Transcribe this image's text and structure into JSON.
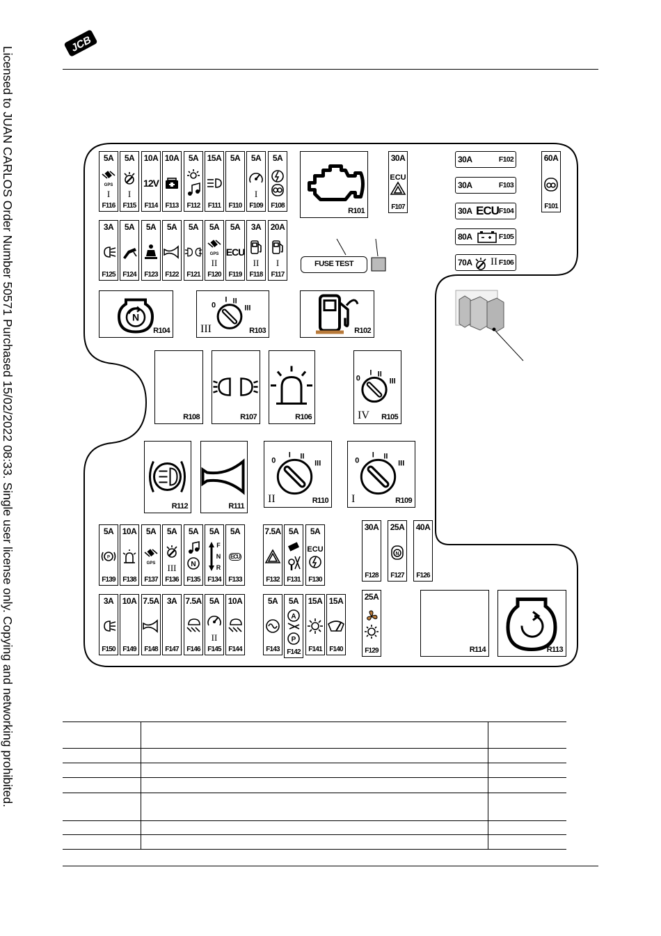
{
  "license_text": "Licensed to JUAN CARLOS  Order Number 50571  Purchased 15/02/2022 08:33. Single user license only.  Copying and networking prohibited.",
  "logo_text": "JCB",
  "fuse_test_label": "FUSE TEST",
  "fuses": [
    {
      "id": "F116",
      "amp": "5A",
      "icon": "gps-satellite-icon",
      "roman": "I"
    },
    {
      "id": "F115",
      "amp": "5A",
      "icon": "ignition-key-icon",
      "roman": "I"
    },
    {
      "id": "F114",
      "amp": "10A",
      "icon": "12v-socket-icon",
      "text": "12V"
    },
    {
      "id": "F113",
      "amp": "10A",
      "icon": "radio-icon"
    },
    {
      "id": "F112",
      "amp": "5A",
      "icon": "interior-light-music-icon"
    },
    {
      "id": "F111",
      "amp": "15A",
      "icon": "headlight-icon"
    },
    {
      "id": "F110",
      "amp": "5A",
      "icon": ""
    },
    {
      "id": "F109",
      "amp": "5A",
      "icon": "gauge-icon",
      "roman": "I"
    },
    {
      "id": "F108",
      "amp": "5A",
      "icon": "engine-speed-icon"
    },
    {
      "id": "F125",
      "amp": "3A",
      "icon": "side-light-icon"
    },
    {
      "id": "F124",
      "amp": "5A",
      "icon": "boom-icon"
    },
    {
      "id": "F123",
      "amp": "5A",
      "icon": "seat-icon"
    },
    {
      "id": "F122",
      "amp": "5A",
      "icon": "horn-icon"
    },
    {
      "id": "F121",
      "amp": "5A",
      "icon": "side-lights-icon"
    },
    {
      "id": "F120",
      "amp": "5A",
      "icon": "gps-satellite-icon",
      "roman": "II"
    },
    {
      "id": "F119",
      "amp": "5A",
      "icon": "ecu-icon",
      "text": "ECU"
    },
    {
      "id": "F118",
      "amp": "3A",
      "icon": "fuel-pump-icon",
      "roman": "II"
    },
    {
      "id": "F117",
      "amp": "20A",
      "icon": "fuel-pump-icon",
      "roman": "I"
    },
    {
      "id": "F107",
      "amp": "30A",
      "icon": "ecu-warning-icon",
      "text": "ECU"
    },
    {
      "id": "F101",
      "amp": "60A",
      "icon": "glow-plug-icon"
    },
    {
      "id": "F139",
      "amp": "5A",
      "icon": "brake-icon"
    },
    {
      "id": "F138",
      "amp": "10A",
      "icon": "beacon-icon"
    },
    {
      "id": "F137",
      "amp": "5A",
      "icon": "gps-satellite-icon"
    },
    {
      "id": "F136",
      "amp": "5A",
      "icon": "ignition-key-icon",
      "roman": "III"
    },
    {
      "id": "F135",
      "amp": "5A",
      "icon": "music-neutral-icon"
    },
    {
      "id": "F134",
      "amp": "5A",
      "icon": "fnr-icon"
    },
    {
      "id": "F133",
      "amp": "5A",
      "icon": "ecu-small-icon",
      "text": "ECU"
    },
    {
      "id": "F132",
      "amp": "7.5A",
      "icon": "hazard-icon"
    },
    {
      "id": "F131",
      "amp": "5A",
      "icon": "tools-icon"
    },
    {
      "id": "F130",
      "amp": "5A",
      "icon": "ecu-speed-icon",
      "text": "ECU"
    },
    {
      "id": "F128",
      "amp": "30A",
      "icon": ""
    },
    {
      "id": "F127",
      "amp": "25A",
      "icon": "neutral-icon"
    },
    {
      "id": "F126",
      "amp": "40A",
      "icon": ""
    },
    {
      "id": "F150",
      "amp": "3A",
      "icon": "side-light-icon"
    },
    {
      "id": "F149",
      "amp": "10A",
      "icon": ""
    },
    {
      "id": "F148",
      "amp": "7.5A",
      "icon": "horn-icon"
    },
    {
      "id": "F147",
      "amp": "3A",
      "icon": ""
    },
    {
      "id": "F146",
      "amp": "7.5A",
      "icon": "work-light-icon"
    },
    {
      "id": "F145",
      "amp": "5A",
      "icon": "gauge-icon",
      "roman": "II"
    },
    {
      "id": "F144",
      "amp": "10A",
      "icon": "work-light-icon"
    },
    {
      "id": "F143",
      "amp": "5A",
      "icon": "alternator-icon"
    },
    {
      "id": "F142",
      "amp": "5A",
      "icon": "auto-park-icon"
    },
    {
      "id": "F141",
      "amp": "15A",
      "icon": "interior-light-icon"
    },
    {
      "id": "F140",
      "amp": "15A",
      "icon": "wiper-icon"
    },
    {
      "id": "F129",
      "amp": "25A",
      "icon": "fan-heater-icon"
    }
  ],
  "hfuses": [
    {
      "id": "F102",
      "amp": "30A",
      "mid": ""
    },
    {
      "id": "F103",
      "amp": "30A",
      "mid": ""
    },
    {
      "id": "F104",
      "amp": "30A",
      "mid": "ECU"
    },
    {
      "id": "F105",
      "amp": "80A",
      "mid": ""
    },
    {
      "id": "F106",
      "amp": "70A",
      "mid": "II"
    }
  ],
  "relays": [
    {
      "id": "R101",
      "icon": "engine-icon"
    },
    {
      "id": "R104",
      "icon": "neutral-start-icon"
    },
    {
      "id": "R103",
      "icon": "ignition-switch-icon",
      "roman": "III",
      "labels": [
        "0",
        "I",
        "II",
        "III"
      ]
    },
    {
      "id": "R102",
      "icon": "fuel-pump-icon"
    },
    {
      "id": "R108",
      "icon": ""
    },
    {
      "id": "R107",
      "icon": "side-lights-icon"
    },
    {
      "id": "R106",
      "icon": "beacon-icon"
    },
    {
      "id": "R105",
      "icon": "ignition-switch-icon",
      "roman": "IV",
      "labels": [
        "0",
        "I",
        "II",
        "III"
      ]
    },
    {
      "id": "R112",
      "icon": "headlight-warning-icon"
    },
    {
      "id": "R111",
      "icon": "horn-icon"
    },
    {
      "id": "R110",
      "icon": "ignition-switch-icon",
      "roman": "II",
      "labels": [
        "0",
        "I",
        "II",
        "III"
      ]
    },
    {
      "id": "R109",
      "icon": "ignition-switch-icon",
      "roman": "I",
      "labels": [
        "0",
        "I",
        "II",
        "III"
      ]
    },
    {
      "id": "R114",
      "icon": ""
    },
    {
      "id": "R113",
      "icon": "rotation-icon"
    }
  ],
  "colors": {
    "line": "#000000",
    "connector": "#d0d0d0",
    "fuel_base": "#b87a3a"
  }
}
